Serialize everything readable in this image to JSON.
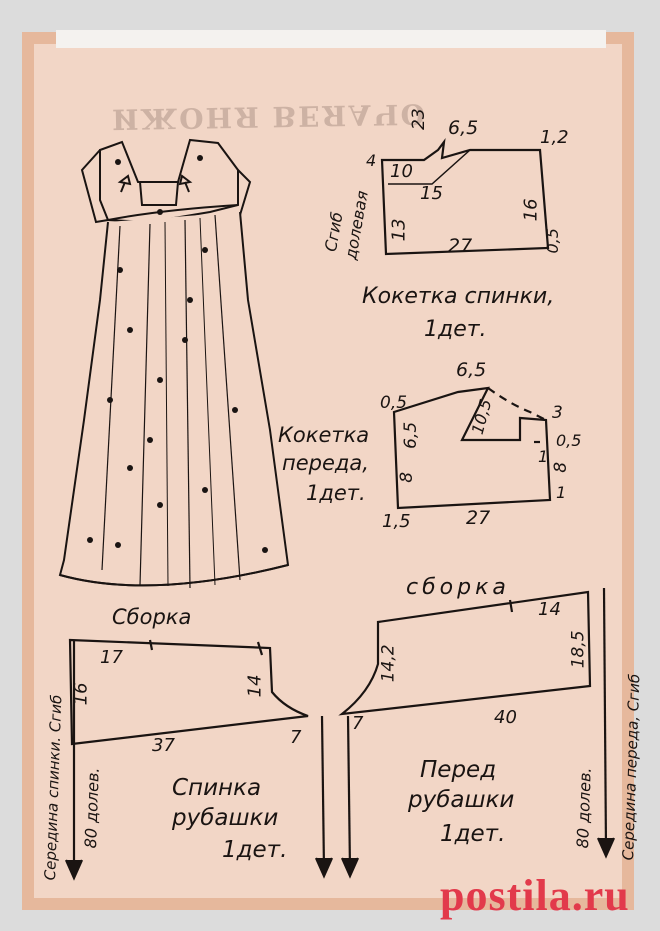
{
  "back_yoke": {
    "title_line1": "Кокетка спинки,",
    "title_line2": "1дет.",
    "fold_label_line1": "Сгиб",
    "fold_label_line2": "долевая",
    "dims": [
      "23",
      "6,5",
      "1,2",
      "4",
      "10",
      "15",
      "16",
      "13",
      "27",
      "0,5"
    ]
  },
  "front_yoke": {
    "title_line1": "Кокетка",
    "title_line2": "переда,",
    "title_line3": "1дет.",
    "dims": [
      "6,5",
      "0,5",
      "6,5",
      "10,5",
      "3",
      "0,5",
      "1",
      "8",
      "8",
      "1",
      "1,5",
      "27"
    ]
  },
  "back_shirt": {
    "gather_label": "Сборка",
    "fold_label": "Середина спинки. Сгиб",
    "grain_label": "80 долев.",
    "title_line1": "Спинка",
    "title_line2": "рубашки",
    "title_line3": "1дет.",
    "dims": [
      "17",
      "16",
      "14",
      "37",
      "7"
    ]
  },
  "front_shirt": {
    "gather_label": "сборка",
    "fold_label": "Середина переда, Сгиб",
    "grain_label": "80 долев.",
    "title_line1": "Перед",
    "title_line2": "рубашки",
    "title_line3": "1дет.",
    "dims": [
      "14",
      "14,2",
      "18,5",
      "40",
      "7"
    ]
  },
  "watermark": "postila.ru",
  "colors": {
    "paper": "#f2d6c6",
    "ink": "#1a1412",
    "watermark": "#e23a4b",
    "edge": "#e6b89c"
  }
}
